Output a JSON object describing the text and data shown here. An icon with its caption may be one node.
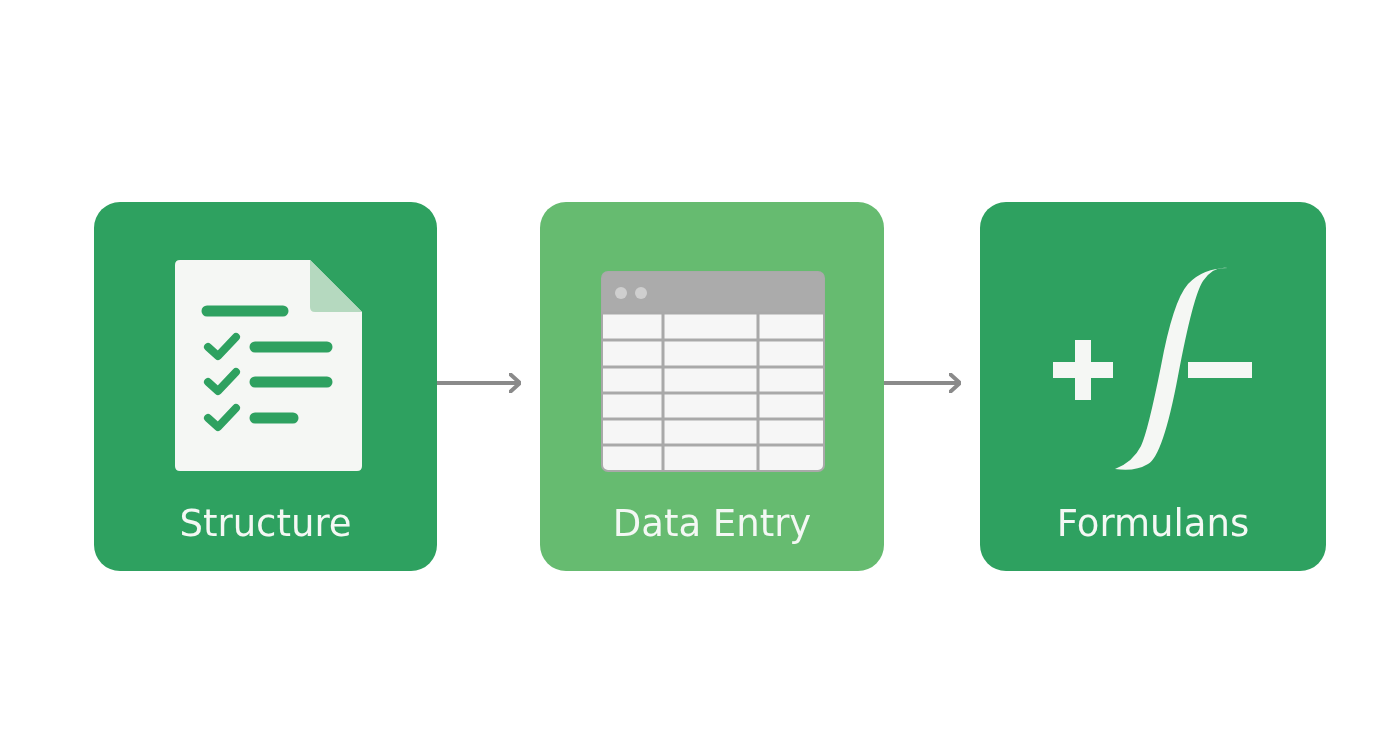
{
  "diagram": {
    "nodes": [
      {
        "text": [
          "Structure"
        ]
      },
      {
        "text": [
          "Data Entry"
        ]
      },
      {
        "text": [
          "Formulans"
        ]
      }
    ],
    "edges": [
      {
        "from": 0,
        "to": 1,
        "arrow": "to"
      },
      {
        "from": 1,
        "to": 2,
        "arrow": "to"
      }
    ]
  }
}
